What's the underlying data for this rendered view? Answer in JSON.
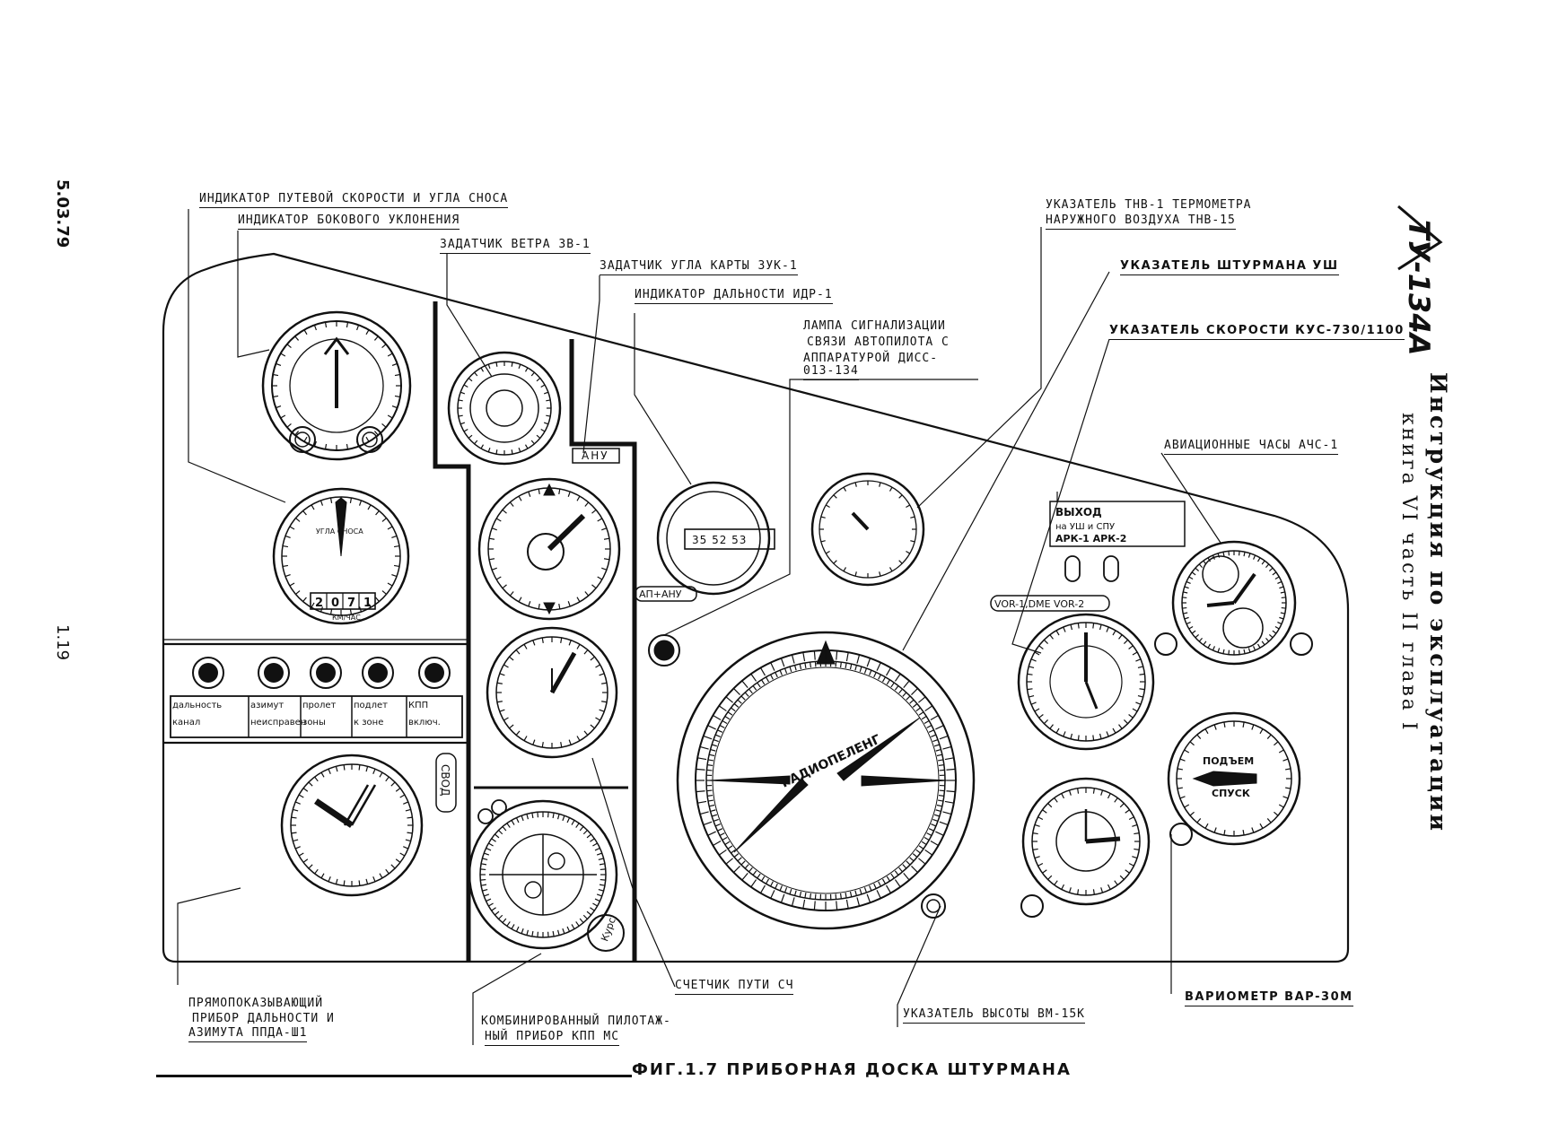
{
  "header": {
    "date": "5.03.79",
    "page_number": "1.19",
    "aircraft_model": "ТУ-134А",
    "instruction_line1": "Инструкция по эксплуатации",
    "instruction_line2": "книга VI часть II глава I"
  },
  "figure_title": "ФИГ.1.7 ПРИБОРНАЯ ДОСКА ШТУРМАНА",
  "callouts": {
    "ground_speed": "ИНДИКАТОР ПУТЕВОЙ СКОРОСТИ И УГЛА СНОСА",
    "lateral_dev": "ИНДИКАТОР БОКОВОГО УКЛОНЕНИЯ",
    "wind_setter": "ЗАДАТЧИК ВЕТРА ЗВ-1",
    "map_angle": "ЗАДАТЧИК УГЛА КАРТЫ ЗУК-1",
    "range_ind": "ИНДИКАТОР ДАЛЬНОСТИ ИДР-1",
    "lamp_line1": "ЛАМПА СИГНАЛИЗАЦИИ",
    "lamp_line2": "СВЯЗИ АВТОПИЛОТА С",
    "lamp_line3": "АППАРАТУРОЙ ДИСС-",
    "lamp_line4": "013-134",
    "thermo_line1": "УКАЗАТЕЛЬ ТНВ-1 ТЕРМОМЕТРА",
    "thermo_line2": "НАРУЖНОГО ВОЗДУХА ТНВ-15",
    "nav_ind": "УКАЗАТЕЛЬ ШТУРМАНА УШ",
    "speed_ind": "УКАЗАТЕЛЬ СКОРОСТИ КУС-730/1100",
    "clock": "АВИАЦИОННЫЕ ЧАСЫ АЧС-1",
    "ppda_line1": "ПРЯМОПОКАЗЫВАЮЩИЙ",
    "ppda_line2": "ПРИБОР ДАЛЬНОСТИ И",
    "ppda_line3": "АЗИМУТА ППДА-Ш1",
    "kpp_line1": "КОМБИНИРОВАННЫЙ ПИЛОТАЖ-",
    "kpp_line2": "НЫЙ ПРИБОР КПП МС",
    "path_counter": "СЧЕТЧИК ПУТИ СЧ",
    "altimeter": "УКАЗАТЕЛЬ ВЫСОТЫ ВМ-15К",
    "variometer": "ВАРИОМЕТР ВАР-30М"
  },
  "panel": {
    "anu_label": "АНУ",
    "ap_anu_label": "АП+АНУ",
    "svod_label": "СВОД",
    "output_line1": "ВЫХОД",
    "output_line2": "на УШ и СПУ",
    "output_line3": "АРК-1 АРК-2",
    "vor_label": "VOR-1,DME VOR-2",
    "range_readout": "35 52 53",
    "ground_speed_counter": [
      "2",
      "0",
      "7",
      "1"
    ],
    "ground_speed_unit": "КМ/ЧАС",
    "drift_label": "УГЛА СНОСА",
    "radio_compass_label": "РАДИОПЕЛЕНГ",
    "kurs_label": "Курс",
    "vario_up": "ПОДЪЕМ",
    "vario_down": "СПУСК",
    "lamp_labels": [
      [
        "дальность",
        "канал"
      ],
      [
        "азимут",
        "неисправен"
      ],
      [
        "пролет",
        "зоны"
      ],
      [
        "подлет",
        "к зоне"
      ],
      [
        "КПП",
        "включ."
      ]
    ]
  }
}
